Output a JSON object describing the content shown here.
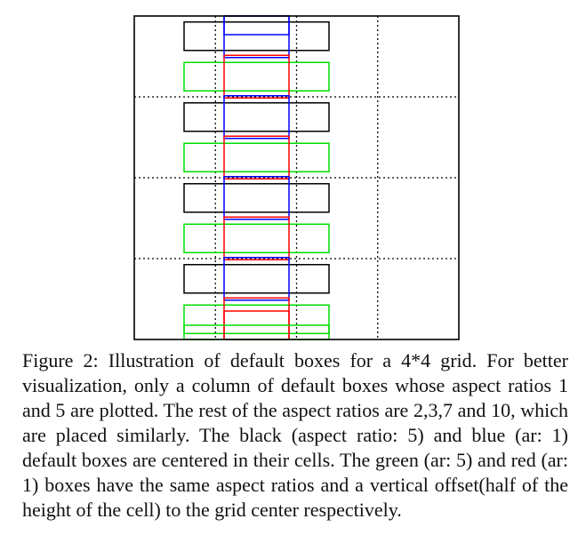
{
  "figure": {
    "grid_size": 4,
    "colors": {
      "frame": "#000000",
      "grid_lines": "#000000",
      "black_boxes": "#000000",
      "blue_boxes": "#0000ff",
      "green_boxes": "#00dd00",
      "red_boxes": "#ff0000"
    },
    "box_groups": [
      {
        "color_name": "black",
        "aspect_ratio": 5,
        "placement": "centered in cells"
      },
      {
        "color_name": "blue",
        "aspect_ratio": 1,
        "placement": "centered in cells"
      },
      {
        "color_name": "green",
        "aspect_ratio": 5,
        "placement": "vertical offset of half cell height"
      },
      {
        "color_name": "red",
        "aspect_ratio": 1,
        "placement": "vertical offset of half cell height"
      }
    ]
  },
  "caption": {
    "text": "Figure 2: Illustration of default boxes for a 4*4 grid. For better visualization, only a column of default boxes whose aspect ratios 1 and 5 are plotted. The rest of the aspect ratios are 2,3,7 and 10, which are placed similarly. The black (aspect ratio: 5) and blue (ar: 1) default boxes are centered in their cells. The green (ar: 5) and red (ar: 1) boxes have the same aspect ratios and a vertical offset(half of the height of the cell) to the grid center respectively."
  }
}
